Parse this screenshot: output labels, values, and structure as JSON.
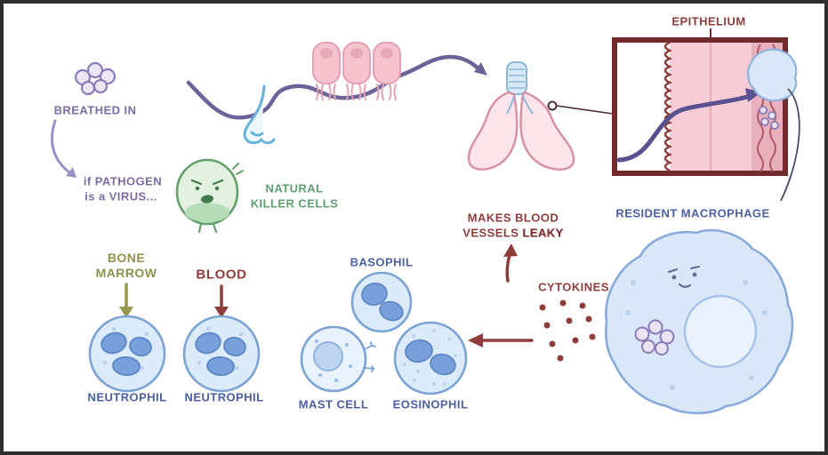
{
  "labels": {
    "breathed_in": "BREATHED IN",
    "if_pathogen_line1": "if PATHOGEN",
    "if_pathogen_line2": "is a VIRUS...",
    "natural_killer_line1": "NATURAL",
    "natural_killer_line2": "KILLER CELLS",
    "epithelium": "EPITHELIUM",
    "resident_macrophage": "RESIDENT MACROPHAGE",
    "makes_blood_line1": "MAKES BLOOD",
    "vessels": "VESSELS",
    "leaky": "LEAKY",
    "cytokines": "CYTOKINES",
    "bone": "BONE",
    "marrow": "MARROW",
    "blood": "BLOOD",
    "neutrophil_left": "NEUTROPHIL",
    "neutrophil_right": "NEUTROPHIL",
    "basophil": "BASOPHIL",
    "mast_cell": "MAST CELL",
    "eosinophil": "EOSINOPHIL"
  },
  "colors": {
    "purple_accent": "#7a6da6",
    "dark_red_accent": "#8e3d3b",
    "navy_accent": "#4a5fa5",
    "green_accent": "#5f9e6e",
    "olive_accent": "#8f914d",
    "cell_fill_blue": "#dcebfa",
    "cell_stroke_blue": "#7ba3d4",
    "nucleus_blue": "#7aa0dc",
    "pink_fill": "#f7ccd6",
    "pink_stroke": "#d98fa2",
    "box_border": "#6f2b2e",
    "frame_border": "#2e2e2e"
  }
}
